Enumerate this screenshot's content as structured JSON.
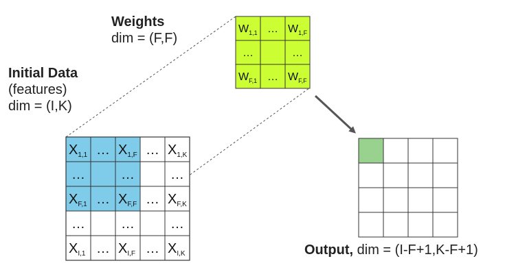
{
  "weights": {
    "title": "Weights",
    "dim": "dim = (F,F)",
    "cells": [
      [
        {
          "m": "W",
          "s": "1,1"
        },
        {
          "m": "…",
          "s": ""
        },
        {
          "m": "W",
          "s": "1,F"
        }
      ],
      [
        {
          "m": "…",
          "s": ""
        },
        {
          "m": "",
          "s": ""
        },
        {
          "m": "…",
          "s": ""
        }
      ],
      [
        {
          "m": "W",
          "s": "F,1"
        },
        {
          "m": "…",
          "s": ""
        },
        {
          "m": "W",
          "s": "F,F"
        }
      ]
    ],
    "fill": "#ccff33"
  },
  "initial": {
    "title": "Initial Data",
    "subtitle": "(features)",
    "dim": "dim = (I,K)",
    "cells": [
      [
        {
          "m": "X",
          "s": "1,1"
        },
        {
          "m": "…",
          "s": ""
        },
        {
          "m": "X",
          "s": "1,F"
        },
        {
          "m": "…",
          "s": ""
        },
        {
          "m": "X",
          "s": "1,K"
        }
      ],
      [
        {
          "m": "…",
          "s": ""
        },
        {
          "m": "",
          "s": ""
        },
        {
          "m": "…",
          "s": ""
        },
        {
          "m": "",
          "s": ""
        },
        {
          "m": "…",
          "s": ""
        }
      ],
      [
        {
          "m": "X",
          "s": "F,1"
        },
        {
          "m": "…",
          "s": ""
        },
        {
          "m": "X",
          "s": "F,F"
        },
        {
          "m": "…",
          "s": ""
        },
        {
          "m": "X",
          "s": "F,K"
        }
      ],
      [
        {
          "m": "…",
          "s": ""
        },
        {
          "m": "",
          "s": ""
        },
        {
          "m": "…",
          "s": ""
        },
        {
          "m": "",
          "s": ""
        },
        {
          "m": "…",
          "s": ""
        }
      ],
      [
        {
          "m": "X",
          "s": "I,1"
        },
        {
          "m": "…",
          "s": ""
        },
        {
          "m": "X",
          "s": "I,F"
        },
        {
          "m": "…",
          "s": ""
        },
        {
          "m": "X",
          "s": "I,K"
        }
      ]
    ],
    "highlight": "#7ecbea"
  },
  "output": {
    "title": "Output,",
    "dim": " dim = (I-F+1,K-F+1)",
    "highlight": "#99d18f"
  },
  "colors": {
    "grid": "#333333",
    "arrow": "#555555",
    "dashed": "#555555"
  }
}
